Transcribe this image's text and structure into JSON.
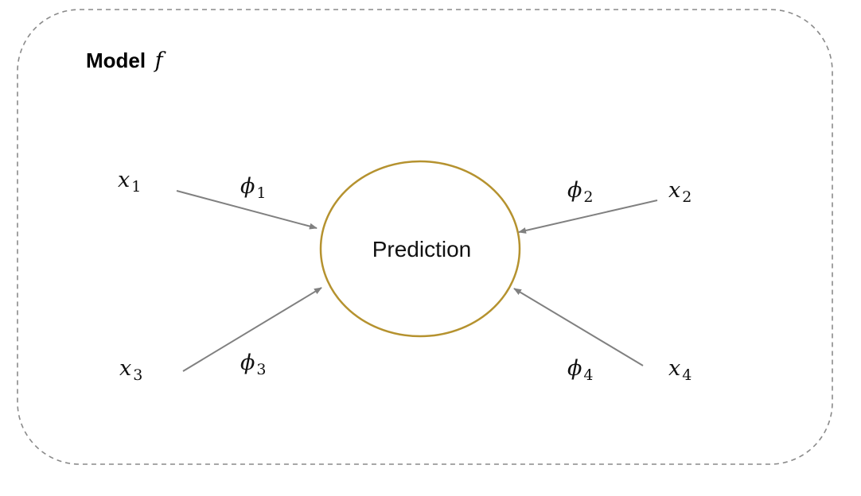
{
  "title": {
    "text": "Model",
    "function_symbol": "f"
  },
  "center_node": {
    "label": "Prediction"
  },
  "inputs": [
    {
      "symbol": "x",
      "index": "1",
      "weight_symbol": "ϕ",
      "weight_index": "1"
    },
    {
      "symbol": "x",
      "index": "2",
      "weight_symbol": "ϕ",
      "weight_index": "2"
    },
    {
      "symbol": "x",
      "index": "3",
      "weight_symbol": "ϕ",
      "weight_index": "3"
    },
    {
      "symbol": "x",
      "index": "4",
      "weight_symbol": "ϕ",
      "weight_index": "4"
    }
  ],
  "colors": {
    "frame_border": "#8a8a8a",
    "node_border": "#b5922f",
    "arrow": "#808080",
    "text": "#111111"
  }
}
